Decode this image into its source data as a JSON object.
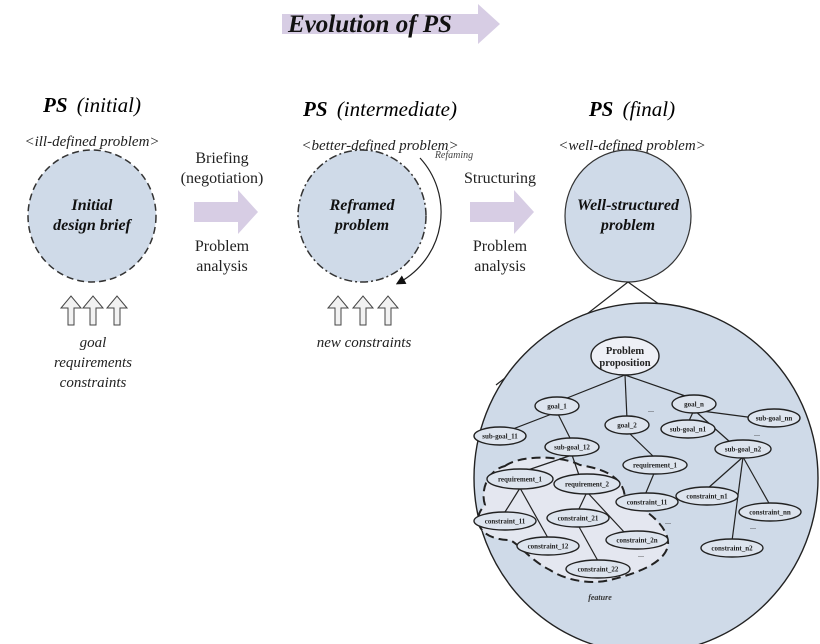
{
  "title": "Evolution of PS",
  "colors": {
    "circle_fill": "#cfdae8",
    "arrow_fill": "#d7cde4",
    "feature_fill": "#e4e7f0",
    "node_fill": "#dde4ee"
  },
  "stages": [
    {
      "ps": "PS",
      "qualifier": "(initial)",
      "subtitle": "<ill-defined problem>",
      "circle_lines": [
        "Initial",
        "design brief"
      ],
      "border": "dashed"
    },
    {
      "ps": "PS",
      "qualifier": "(intermediate)",
      "subtitle": "<better-defined problem>",
      "circle_lines": [
        "Reframed",
        "problem"
      ],
      "border": "dash-dot"
    },
    {
      "ps": "PS",
      "qualifier": "(final)",
      "subtitle": "<well-defined problem>",
      "circle_lines": [
        "Well-structured",
        "problem"
      ],
      "border": "solid"
    }
  ],
  "transitions": [
    {
      "above": [
        "Briefing",
        "(negotiation)"
      ],
      "below": [
        "Problem",
        "analysis"
      ]
    },
    {
      "above": [
        "Structuring"
      ],
      "below": [
        "Problem",
        "analysis"
      ]
    }
  ],
  "reframing_label": "Refaming",
  "inputs": {
    "initial": [
      "goal",
      "requirements",
      "constraints"
    ],
    "intermediate": [
      "new constraints"
    ]
  },
  "tree": {
    "root": [
      "Problem",
      "proposition"
    ],
    "nodes": {
      "goal_1": "goal_1",
      "goal_2": "goal_2",
      "goal_n": "goal_n",
      "sub_goal_11": "sub-goal_11",
      "sub_goal_12": "sub-goal_12",
      "sub_goal_n1": "sub-goal_n1",
      "sub_goal_n2": "sub-goal_n2",
      "sub_goal_nn": "sub-goal_nn",
      "requirement_1a": "requirement_1",
      "requirement_2": "requirement_2",
      "requirement_1b": "requirement_1",
      "constraint_11a": "constraint_11",
      "constraint_12": "constraint_12",
      "constraint_21": "constraint_21",
      "constraint_22": "constraint_22",
      "constraint_2n": "constraint_2n",
      "constraint_11b": "constraint_11",
      "constraint_n1": "constraint_n1",
      "constraint_n2": "constraint_n2",
      "constraint_nn": "constraint_nn"
    },
    "ellipsis": "...",
    "feature_label": "feature"
  }
}
